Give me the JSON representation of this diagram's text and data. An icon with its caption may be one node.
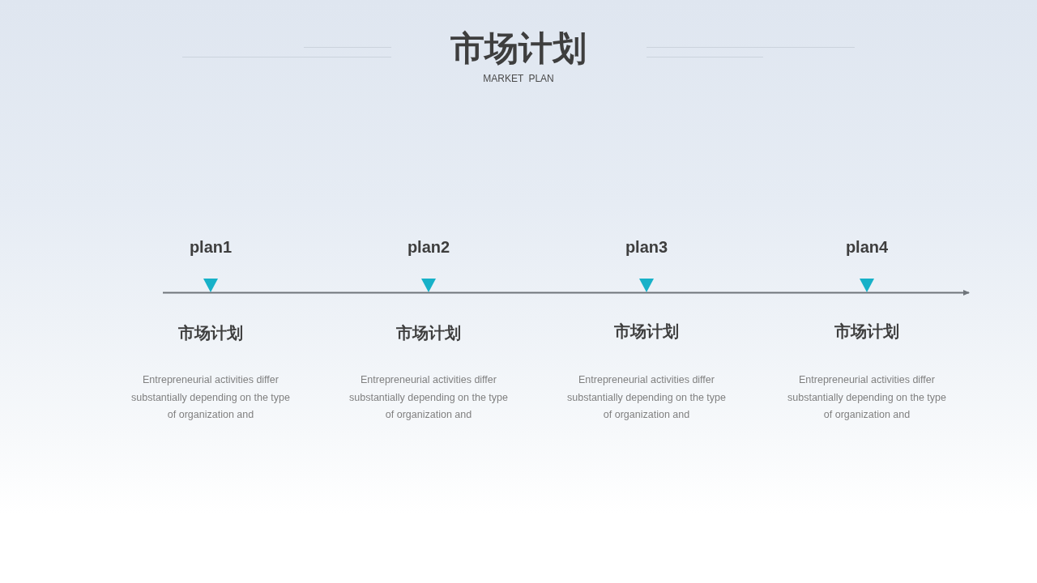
{
  "diagram": {
    "title": "市场计划",
    "labels": [
      "MARKET PLAN",
      "plan1",
      "plan2",
      "plan3",
      "plan4",
      "市场计划",
      "市场计划",
      "市场计划",
      "市场计划",
      "Entrepreneurial activities differ substantially depending on the type of organization and",
      "Entrepreneurial activities differ substantially depending on the type of organization and",
      "Entrepreneurial activities differ substantially depending on the type of organization and",
      "Entrepreneurial activities differ substantially depending on the type of organization and"
    ]
  }
}
